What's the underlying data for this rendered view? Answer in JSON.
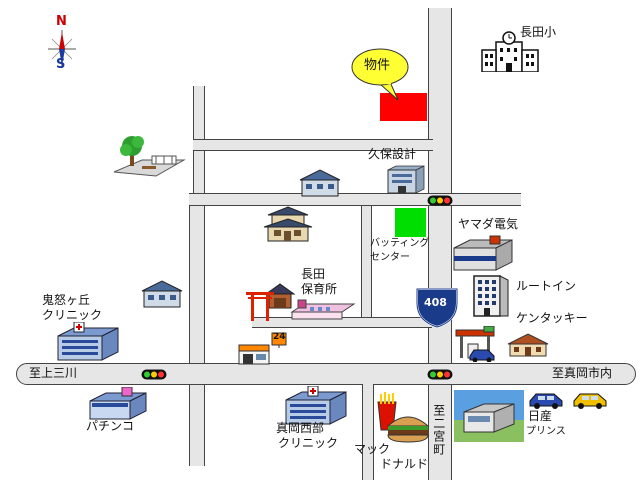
{
  "compass": {
    "north": "N",
    "south": "S"
  },
  "property": {
    "label": "物件",
    "color": "#ff0000",
    "bubble_color": "#ffff33"
  },
  "landmarks": {
    "nagata_elementary": "長田小",
    "kubo_sekkei": "久保設計",
    "yamada_denki": "ヤマダ電気",
    "batting_center_1": "バッティング",
    "batting_center_2": "センター",
    "route_inn": "ルートイン",
    "kfc": "ケンタッキー",
    "nagata_nursery_1": "長田",
    "nagata_nursery_2": "保育所",
    "kinugawa_clinic_1": "鬼怒ヶ丘",
    "kinugawa_clinic_2": "クリニック",
    "pachinko": "パチンコ",
    "moka_west_clinic_1": "真岡西部",
    "moka_west_clinic_2": "クリニック",
    "mcdonalds_1": "マック",
    "mcdonalds_2": "ドナルド",
    "nissan_1": "日産",
    "nissan_2": "プリンス"
  },
  "roads": {
    "to_kaminokawa": "至上三川",
    "to_moka": "至真岡市内",
    "to_ninomiya": "至二宮町",
    "route_number": "408",
    "store_number": "24"
  },
  "colors": {
    "route_shield": "#1a3a8a",
    "batting_center": "#00dd00"
  }
}
